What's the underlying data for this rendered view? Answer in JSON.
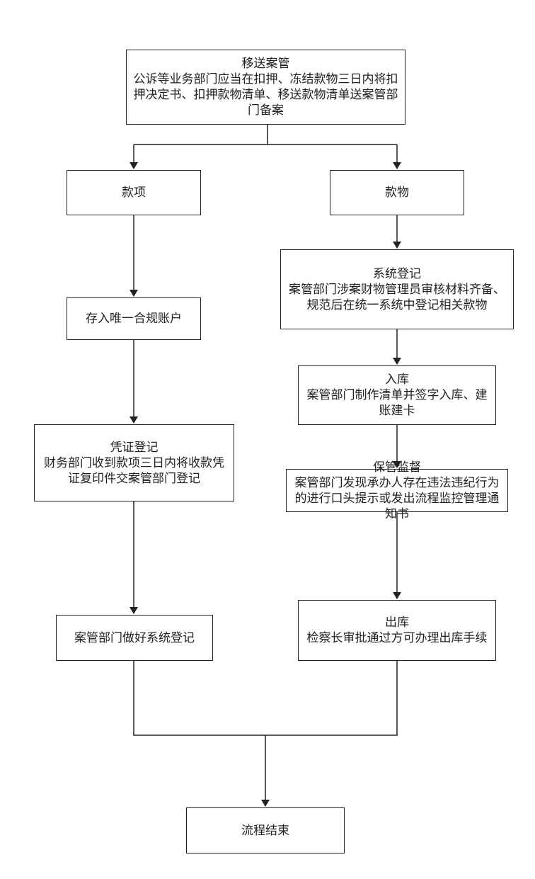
{
  "flowchart": {
    "line_color": "#222222",
    "node_fill": "#ffffff",
    "nodes": {
      "transfer": {
        "title": "移送案管",
        "desc": "公诉等业务部门应当在扣押、冻结款物三日内将扣押决定书、扣押款物清单、移送款物清单送案管部门备案"
      },
      "funds": {
        "title": "款项"
      },
      "items": {
        "title": "款物"
      },
      "deposit": {
        "title": "存入唯一合规账户"
      },
      "system_register": {
        "title": "系统登记",
        "desc": "案管部门涉案财物管理员审核材料齐备、规范后在统一系统中登记相关款物"
      },
      "warehouse_in": {
        "title": "入库",
        "desc": "案管部门制作清单并签字入库、建账建卡"
      },
      "voucher_register": {
        "title": "凭证登记",
        "desc": "财务部门收到款项三日内将收款凭证复印件交案管部门登记"
      },
      "supervision": {
        "title": "保管监督",
        "desc": "案管部门发现承办人存在违法违纪行为的进行口头提示或发出流程监控管理通知书"
      },
      "case_mgmt_register": {
        "title": "案管部门做好系统登记"
      },
      "warehouse_out": {
        "title": "出库",
        "desc": "检察长审批通过方可办理出库手续"
      },
      "end": {
        "title": "流程结束"
      }
    }
  }
}
